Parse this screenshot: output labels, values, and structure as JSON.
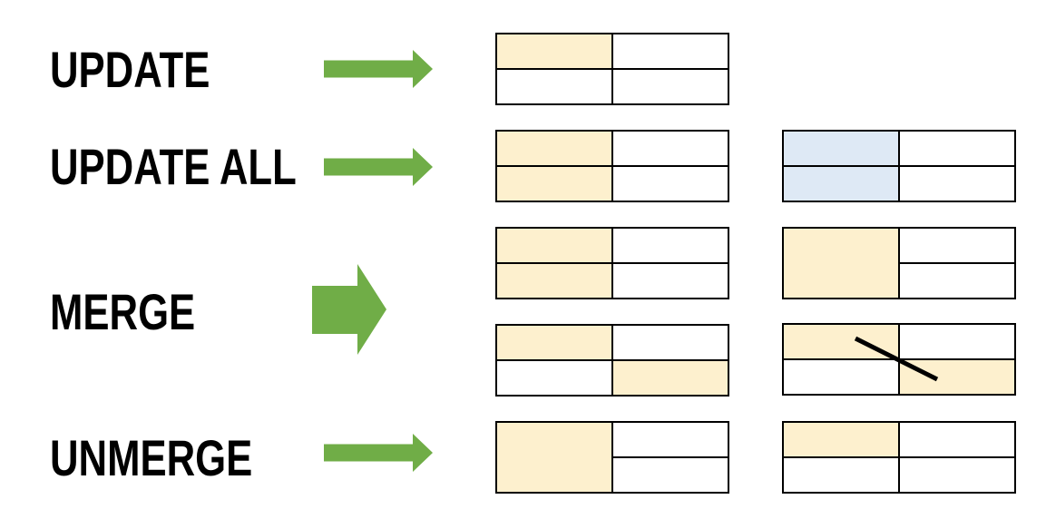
{
  "colors": {
    "cream": "#FDF0CE",
    "blue": "#DEE9F5",
    "white": "#FFFFFF",
    "green": "#70AD47",
    "black": "#000000",
    "table_border": "#000000",
    "label_text": "#000000",
    "background": "#FFFFFF"
  },
  "operations": [
    {
      "id": "update",
      "label": "UPDATE"
    },
    {
      "id": "update-all",
      "label": "UPDATE ALL"
    },
    {
      "id": "merge",
      "label": "MERGE"
    },
    {
      "id": "unmerge",
      "label": "UNMERGE"
    }
  ],
  "tables": {
    "update_result": {
      "cells": [
        [
          "cream",
          "white"
        ],
        [
          "white",
          "white"
        ]
      ]
    },
    "update_all_left": {
      "cells": [
        [
          "cream",
          "white"
        ],
        [
          "cream",
          "white"
        ]
      ]
    },
    "update_all_right": {
      "cells": [
        [
          "blue",
          "white"
        ],
        [
          "blue",
          "white"
        ]
      ]
    },
    "merge_top_before": {
      "cells": [
        [
          "cream",
          "white"
        ],
        [
          "cream",
          "white"
        ]
      ]
    },
    "merge_top_after": {
      "merged_left": "cream",
      "right_cells": [
        "white",
        "white"
      ]
    },
    "merge_bottom_before": {
      "cells": [
        [
          "cream",
          "white"
        ],
        [
          "white",
          "cream"
        ]
      ]
    },
    "merge_bottom_after": {
      "cells": [
        [
          "cream",
          "white"
        ],
        [
          "white",
          "cream"
        ]
      ],
      "strike_through": true
    },
    "unmerge_before": {
      "merged_left": "cream",
      "right_cells": [
        "white",
        "white"
      ]
    },
    "unmerge_after": {
      "cells": [
        [
          "cream",
          "white"
        ],
        [
          "white",
          "white"
        ]
      ]
    }
  }
}
